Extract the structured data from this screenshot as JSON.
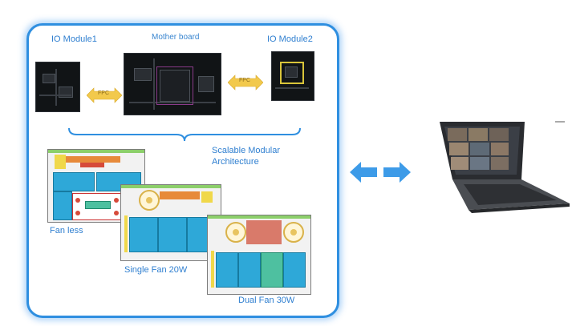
{
  "labels": {
    "io_module_1": "IO Module1",
    "mother_board": "Mother board",
    "io_module_2": "IO Module2",
    "fpc_left": "FPC",
    "fpc_right": "FPC",
    "scalable_line1": "Scalable Modular",
    "scalable_line2": "Architecture",
    "fan_less": "Fan less",
    "single_fan": "Single Fan 20W",
    "dual_fan": "Dual Fan 30W"
  },
  "colors": {
    "frame": "#2f8fe0",
    "arrow": "#3d9be8",
    "fpc_arrow": "#f2c94c",
    "battery": "#2ea8d8"
  },
  "icons": {
    "double_arrow": "bidirectional-arrow-icon",
    "laptop": "laptop-video-call-icon"
  }
}
